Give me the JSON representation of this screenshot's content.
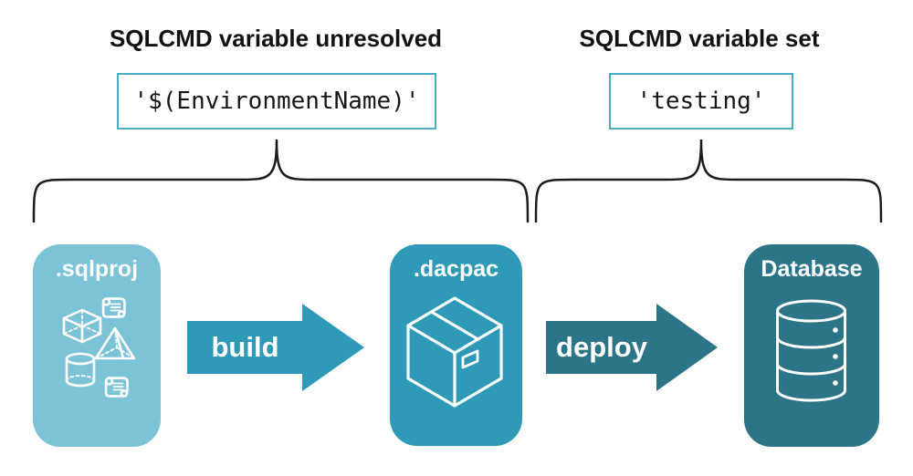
{
  "diagram": {
    "unresolved": {
      "heading": "SQLCMD variable unresolved",
      "code": "'$(EnvironmentName)'"
    },
    "resolved": {
      "heading": "SQLCMD variable set",
      "code": "'testing'"
    },
    "nodes": {
      "sqlproj": {
        "label": ".sqlproj",
        "icon": "sql-objects-icon"
      },
      "dacpac": {
        "label": ".dacpac",
        "icon": "package-icon"
      },
      "database": {
        "label": "Database",
        "icon": "database-icon"
      }
    },
    "arrows": {
      "build": {
        "label": "build"
      },
      "deploy": {
        "label": "deploy"
      }
    }
  },
  "colors": {
    "light-teal": "#7CC3D8",
    "medium-teal": "#2E9AB8",
    "dark-teal": "#2C7588",
    "box-border": "#49AEC8",
    "line": "#1B1B1B",
    "text": "#121212"
  }
}
